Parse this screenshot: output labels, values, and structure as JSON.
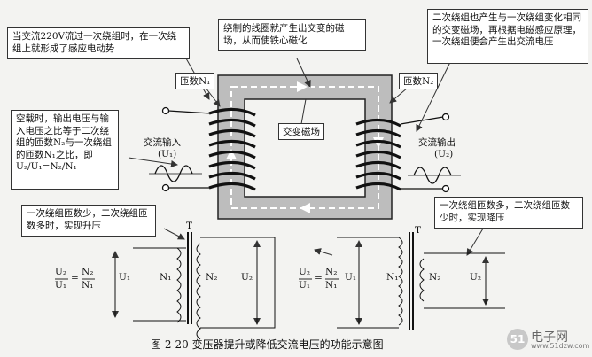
{
  "callouts": {
    "top_left": "当交流220V流过一次绕组时，在一次绕组上就形成了感应电动势",
    "top_center": "绕制的线圈就产生出交变的磁场，从而使铁心磁化",
    "top_right": "二次绕组也产生与一次绕组变化相同的交变磁场，再根据电磁感应原理，一次绕组便会产生出交流电压",
    "middle_left": "空载时，输出电压与输入电压之比等于二次绕组的匝数N₂与一次绕组的匝数N₁之比，即U₂/U₁=N₂/N₁",
    "bottom_left": "一次绕组匝数少，二次绕组匝数多时，实现升压",
    "bottom_right": "一次绕组匝数多，二次绕组匝数少时，实现降压"
  },
  "labels": {
    "turns_n1": "匝数N₁",
    "turns_n2": "匝数N₂",
    "ac_field": "交变磁场",
    "ac_input": "交流输入",
    "ac_input_sym": "(U₁)",
    "ac_output": "交流输出",
    "ac_output_sym": "(U₂)",
    "T": "T",
    "U1": "U₁",
    "U2": "U₂",
    "N1": "N₁",
    "N2": "N₂",
    "ratio_left_num_u": "U₂",
    "ratio_left_den_u": "U₁",
    "ratio_left_num_n": "N₂",
    "ratio_left_den_n": "N₁",
    "eq": "=",
    "ratio_right_num_u": "U₂",
    "ratio_right_den_u": "U₁",
    "ratio_right_num_n": "N₂",
    "ratio_right_den_n": "N₁"
  },
  "figure_caption": "图 2-20    变压器提升或降低交流电压的功能示意图",
  "watermark": {
    "logo": "51",
    "title": "电子网",
    "url": "www.51dzw.com"
  }
}
